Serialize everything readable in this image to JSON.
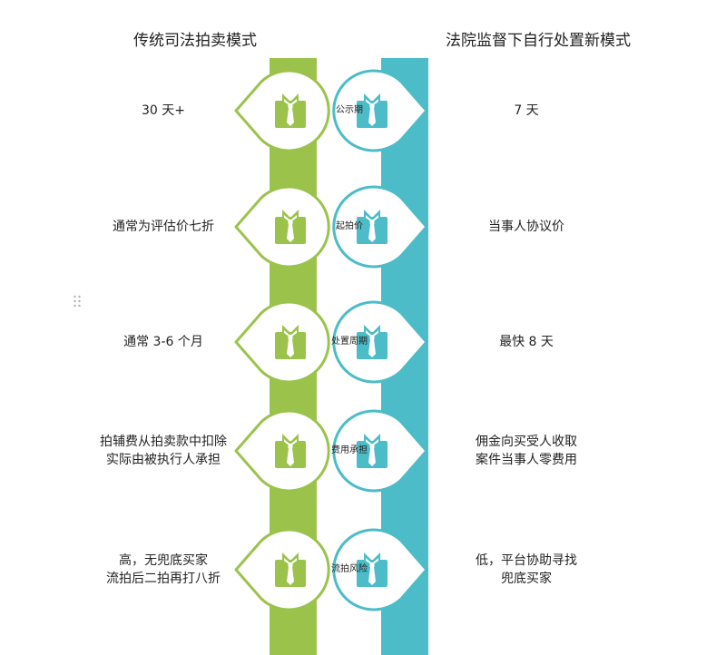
{
  "headers": {
    "left": "传统司法拍卖模式",
    "right": "法院监督下自行处置新模式"
  },
  "colors": {
    "left_accent": "#9bc34c",
    "right_accent": "#4bbcc8"
  },
  "icons": {
    "badge": "shirt-and-tie-icon",
    "handle": "drag-handle-icon"
  },
  "rows": [
    {
      "label": "公示期",
      "left": [
        "30 天+"
      ],
      "right": [
        "7 天"
      ]
    },
    {
      "label": "起拍价",
      "left": [
        "通常为评估价七折"
      ],
      "right": [
        "当事人协议价"
      ]
    },
    {
      "label": "处置周期",
      "left": [
        "通常 3-6 个月"
      ],
      "right": [
        "最快 8 天"
      ]
    },
    {
      "label": "费用承担",
      "left": [
        "拍辅费从拍卖款中扣除",
        "实际由被执行人承担"
      ],
      "right": [
        "佣金向买受人收取",
        "案件当事人零费用"
      ]
    },
    {
      "label": "流拍风险",
      "left": [
        "高，无兜底买家",
        "流拍后二拍再打八折"
      ],
      "right": [
        "低，平台协助寻找",
        "兜底买家"
      ]
    }
  ]
}
